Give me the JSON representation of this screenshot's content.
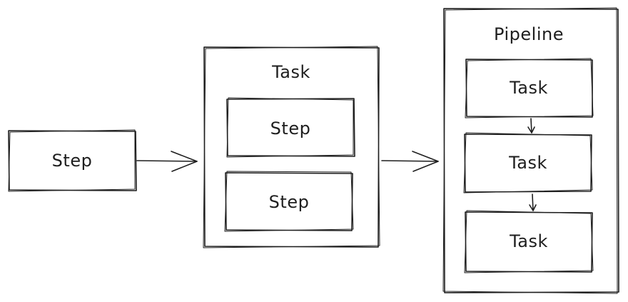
{
  "diagram": {
    "step_standalone": {
      "label": "Step"
    },
    "task_container": {
      "title": "Task",
      "steps": [
        {
          "label": "Step"
        },
        {
          "label": "Step"
        }
      ]
    },
    "pipeline_container": {
      "title": "Pipeline",
      "tasks": [
        {
          "label": "Task"
        },
        {
          "label": "Task"
        },
        {
          "label": "Task"
        }
      ]
    }
  },
  "colors": {
    "stroke": "#1e1e1e",
    "background": "#ffffff"
  }
}
